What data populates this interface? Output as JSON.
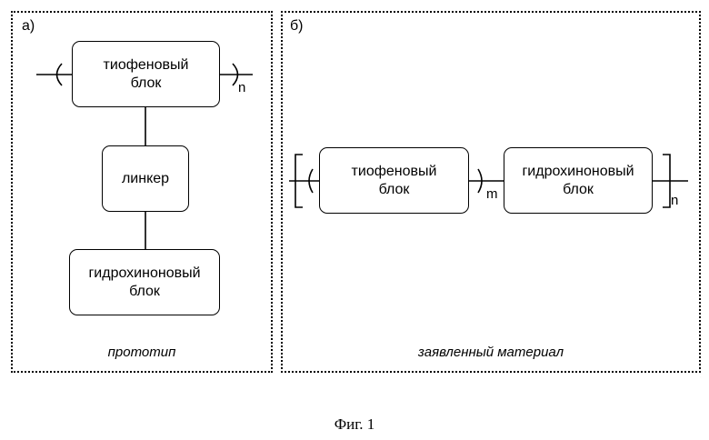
{
  "panel_a": {
    "letter": "а)",
    "thiophene_line1": "тиофеновый",
    "thiophene_line2": "блок",
    "subscript": "n",
    "linker": "линкер",
    "hydroquinone_line1": "гидрохиноновый",
    "hydroquinone_line2": "блок",
    "caption": "прототип"
  },
  "panel_b": {
    "letter": "б)",
    "thiophene_line1": "тиофеновый",
    "thiophene_line2": "блок",
    "subscript_inner": "m",
    "hydroquinone_line1": "гидрохиноновый",
    "hydroquinone_line2": "блок",
    "subscript_outer": "n",
    "caption": "заявленный материал"
  },
  "figure_label": "Фиг. 1"
}
